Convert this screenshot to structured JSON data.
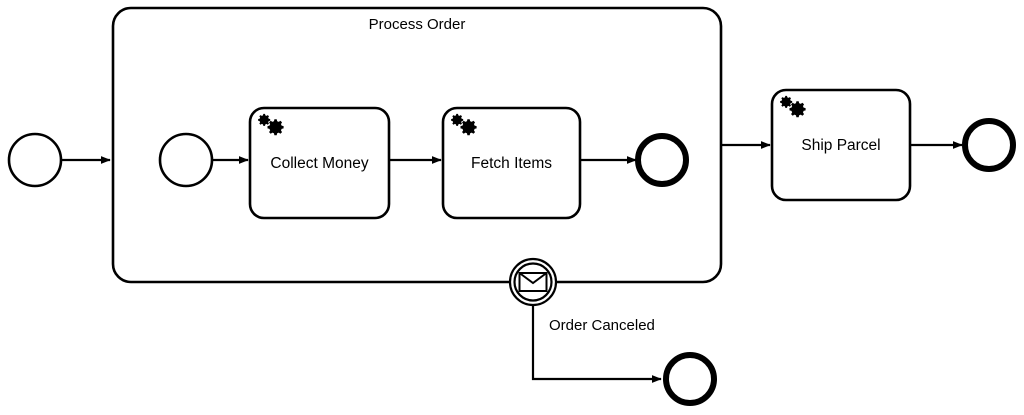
{
  "diagram": {
    "type": "bpmn-process-diagram",
    "notation": "BPMN 2.0",
    "background_color": "#ffffff",
    "stroke_color": "#000000"
  },
  "subprocess": {
    "title": "Process Order",
    "marker": "expanded-subprocess"
  },
  "events": {
    "outer_start": {
      "label": "",
      "type": "start-event",
      "shape": "thin-circle"
    },
    "inner_start": {
      "label": "",
      "type": "start-event",
      "shape": "thin-circle"
    },
    "inner_end": {
      "label": "",
      "type": "end-event",
      "shape": "thick-circle"
    },
    "outer_end": {
      "label": "",
      "type": "end-event",
      "shape": "thick-circle"
    },
    "canceled_end": {
      "label": "",
      "type": "end-event",
      "shape": "thick-circle"
    },
    "boundary_message": {
      "label": "Order Canceled",
      "type": "boundary-message-event",
      "icon": "envelope-icon",
      "shape": "double-circle"
    }
  },
  "tasks": [
    {
      "id": "collect-money",
      "label": "Collect Money",
      "icon": "gear-icon",
      "type": "service-task"
    },
    {
      "id": "fetch-items",
      "label": "Fetch Items",
      "icon": "gear-icon",
      "type": "service-task"
    },
    {
      "id": "ship-parcel",
      "label": "Ship Parcel",
      "icon": "gear-icon",
      "type": "service-task"
    }
  ],
  "flows": [
    {
      "id": "flow-start-to-subprocess",
      "from": "outer_start",
      "to": "subprocess"
    },
    {
      "id": "flow-innerstart-to-collect",
      "from": "inner_start",
      "to": "collect-money"
    },
    {
      "id": "flow-collect-to-fetch",
      "from": "collect-money",
      "to": "fetch-items"
    },
    {
      "id": "flow-fetch-to-innerend",
      "from": "fetch-items",
      "to": "inner_end"
    },
    {
      "id": "flow-subprocess-to-ship",
      "from": "subprocess",
      "to": "ship-parcel"
    },
    {
      "id": "flow-ship-to-end",
      "from": "ship-parcel",
      "to": "outer_end"
    },
    {
      "id": "flow-boundary-to-canceled",
      "from": "boundary_message",
      "to": "canceled_end"
    }
  ]
}
